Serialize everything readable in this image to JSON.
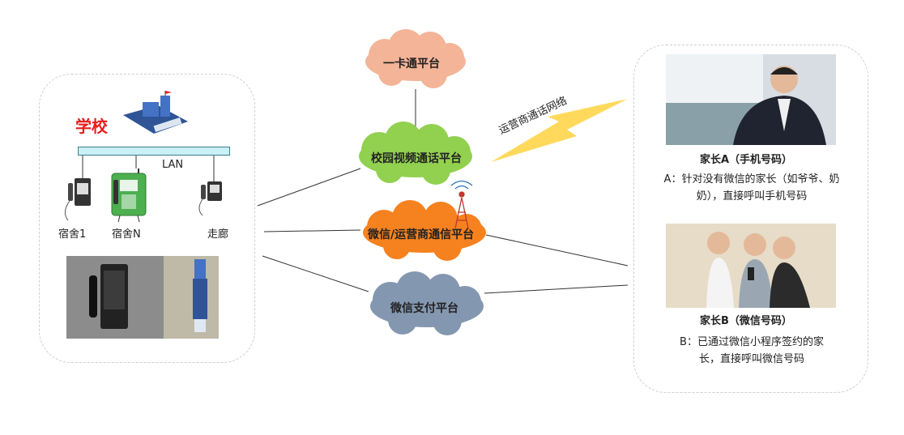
{
  "school": {
    "title": "学校",
    "lan_label": "LAN",
    "phones": [
      "宿舍1",
      "宿舍N",
      "走廊"
    ]
  },
  "platforms": {
    "card": "一卡通平台",
    "video": "校园视频通话平台",
    "carrier": "微信/运营商通信平台",
    "pay": "微信支付平台"
  },
  "network_label": "运营商通话网络",
  "parents": {
    "a": {
      "title": "家长A（手机号码）",
      "desc_line1": "A：针对没有微信的家长（如爷爷、奶",
      "desc_line2": "奶），直接呼叫手机号码"
    },
    "b": {
      "title": "家长B（微信号码）",
      "desc_line1": "B：已通过微信小程序签约的家",
      "desc_line2": "长，直接呼叫微信号码"
    }
  },
  "colors": {
    "school_title": "#e81c1c",
    "card_cloud": "#f4b498",
    "video_cloud": "#92d050",
    "carrier_cloud": "#f5821f",
    "pay_cloud": "#8497b0",
    "lightning": "#ffd54a"
  }
}
